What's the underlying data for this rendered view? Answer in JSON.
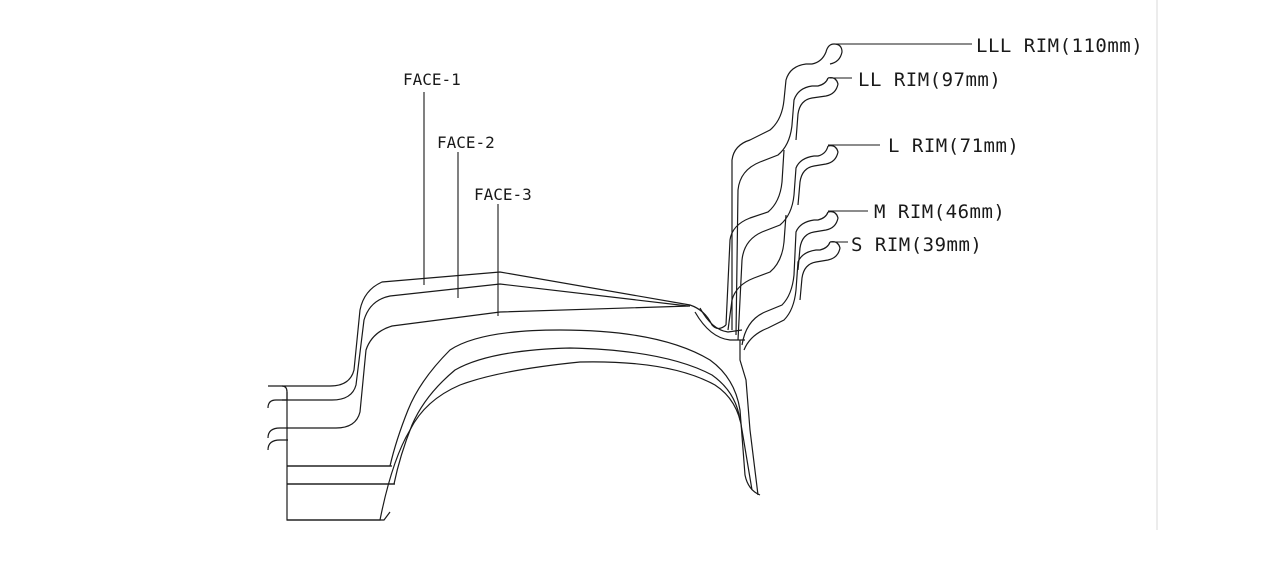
{
  "labels": {
    "face_1": "FACE-1",
    "face_2": "FACE-2",
    "face_3": "FACE-3",
    "rim_lll": "LLL RIM(110mm)",
    "rim_ll": "LL RIM(97mm)",
    "rim_l": "L RIM(71mm)",
    "rim_m": "M RIM(46mm)",
    "rim_s": "S RIM(39mm)"
  },
  "colors": {
    "line": "#1a1a1a",
    "background": "#ffffff"
  }
}
